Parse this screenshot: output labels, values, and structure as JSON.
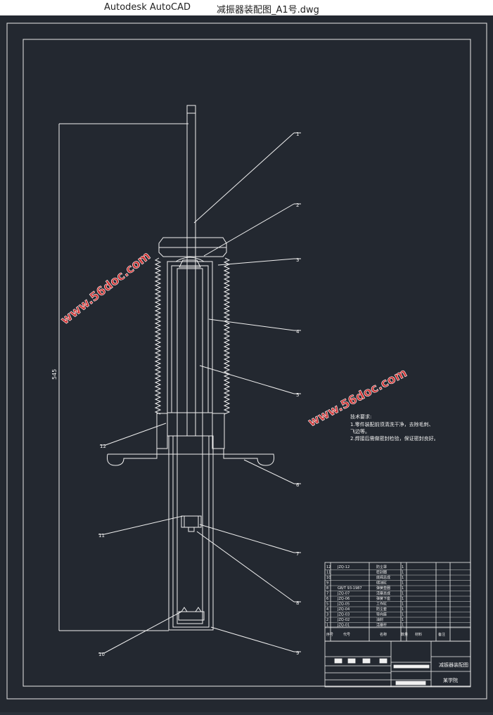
{
  "window": {
    "app_title": "Autodesk AutoCAD",
    "document_title": "减振器装配图_A1号.dwg"
  },
  "drawing": {
    "watermark": "www.56doc.com",
    "dimension_label": "545",
    "leaders": [
      "1",
      "2",
      "3",
      "4",
      "5",
      "6",
      "7",
      "8",
      "9",
      "10",
      "11",
      "12"
    ],
    "tech_requirements": {
      "heading": "技术要求:",
      "lines": [
        "1.零件装配前须清洗干净，去除毛刺、",
        "飞边等。",
        "2.焊接后需做密封检验，保证密封良好。"
      ]
    },
    "title_block": {
      "drawing_name": "减振器装配图",
      "school": "某学院"
    },
    "bom_rows": [
      {
        "no": "12",
        "code": "JZQ-12",
        "name": "防尘罩",
        "qty": "1"
      },
      {
        "no": "11",
        "code": "",
        "name": "密封圈",
        "qty": "1"
      },
      {
        "no": "10",
        "code": "",
        "name": "底阀总成",
        "qty": "1"
      },
      {
        "no": "9",
        "code": "",
        "name": "储油缸",
        "qty": "1"
      },
      {
        "no": "8",
        "code": "GB/T 93-1987",
        "name": "弹簧垫圈",
        "qty": "1"
      },
      {
        "no": "7",
        "code": "JZQ-07",
        "name": "活塞总成",
        "qty": "1"
      },
      {
        "no": "6",
        "code": "JZQ-06",
        "name": "弹簧下座",
        "qty": "1"
      },
      {
        "no": "5",
        "code": "JZQ-05",
        "name": "工作缸",
        "qty": "1"
      },
      {
        "no": "4",
        "code": "JZQ-04",
        "name": "防尘套",
        "qty": "1"
      },
      {
        "no": "3",
        "code": "JZQ-03",
        "name": "导向座",
        "qty": "1"
      },
      {
        "no": "2",
        "code": "JZQ-02",
        "name": "油封",
        "qty": "1"
      },
      {
        "no": "1",
        "code": "JZQ-01",
        "name": "活塞杆",
        "qty": "1"
      }
    ],
    "bom_header": {
      "no": "序号",
      "code": "代号",
      "name": "名称",
      "qty": "数量",
      "material": "材料",
      "note": "备注"
    }
  }
}
